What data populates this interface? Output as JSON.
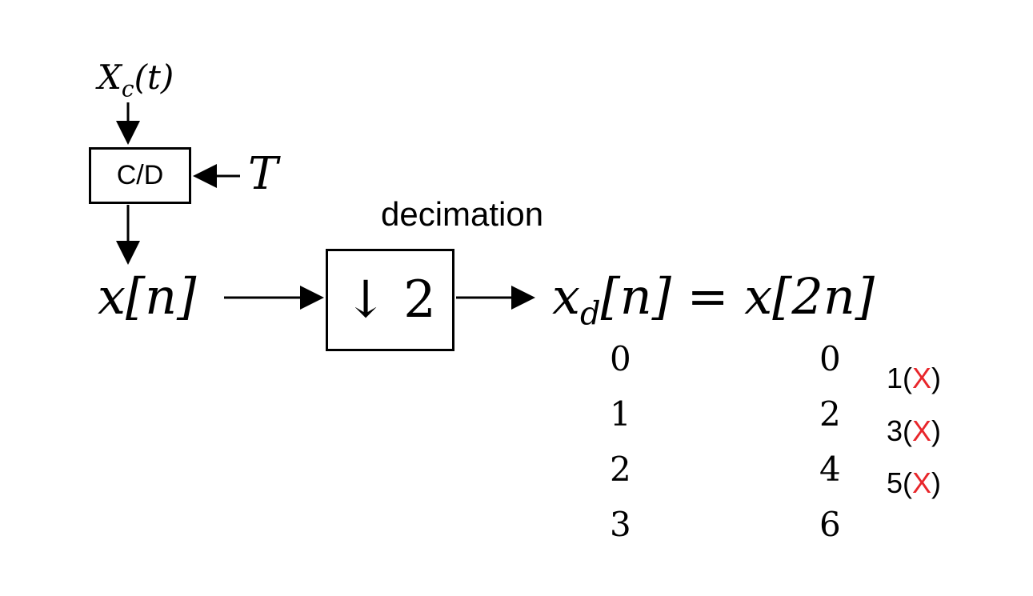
{
  "input_signal": {
    "base": "X",
    "sub": "c",
    "arg": "(t)"
  },
  "cd_block": {
    "label": "C/D"
  },
  "period": {
    "label": "T"
  },
  "discrete_signal": {
    "label": "x[n]"
  },
  "decimation": {
    "label": "decimation",
    "block": "↓ 2"
  },
  "output": {
    "base": "x",
    "sub": "d",
    "rest": "[n] = x[2n]"
  },
  "table": {
    "n_values": [
      "0",
      "1",
      "2",
      "3"
    ],
    "index_values": [
      "0",
      "2",
      "4",
      "6"
    ],
    "discarded": [
      {
        "num": "1",
        "open": "(",
        "mark": "X",
        "close": ")"
      },
      {
        "num": "3",
        "open": "(",
        "mark": "X",
        "close": ")"
      },
      {
        "num": "5",
        "open": "(",
        "mark": "X",
        "close": ")"
      }
    ]
  },
  "colors": {
    "mark": "#e8262b",
    "line": "#000000"
  }
}
